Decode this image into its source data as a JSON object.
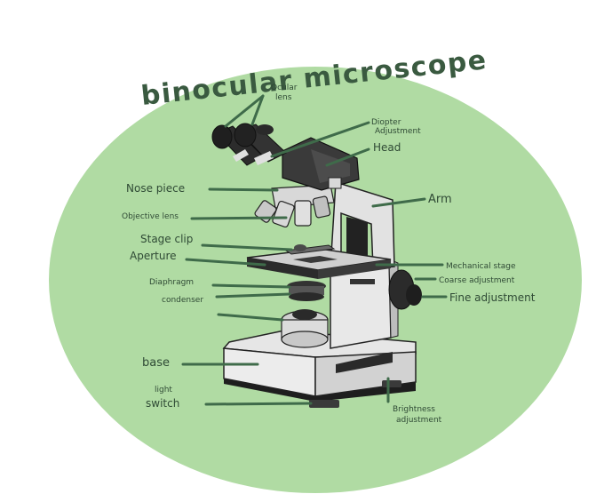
{
  "title": "binocular microscope",
  "labels": {
    "ocular_lens_1": "Ocular",
    "ocular_lens_2": "lens",
    "diopter_1": "Diopter",
    "diopter_2": "Adjustment",
    "head": "Head",
    "nose_piece": "Nose piece",
    "arm": "Arm",
    "objective_lens": "Objective lens",
    "stage_clip": "Stage clip",
    "aperture": "Aperture",
    "mechanical_stage": "Mechanical stage",
    "coarse_adjustment": "Coarse adjustment",
    "diaphragm": "Diaphragm",
    "fine_adjustment": "Fine adjustment",
    "condenser": "condenser",
    "base": "base",
    "light_switch_1": "light",
    "light_switch_2": "switch",
    "brightness_1": "Brightness",
    "brightness_2": "adjustment"
  },
  "colors": {
    "circle_fill": "#b0dba3",
    "leader_line": "#3f6b4a",
    "label_text": "#2f4a35",
    "title_text": "#3a5a40"
  }
}
